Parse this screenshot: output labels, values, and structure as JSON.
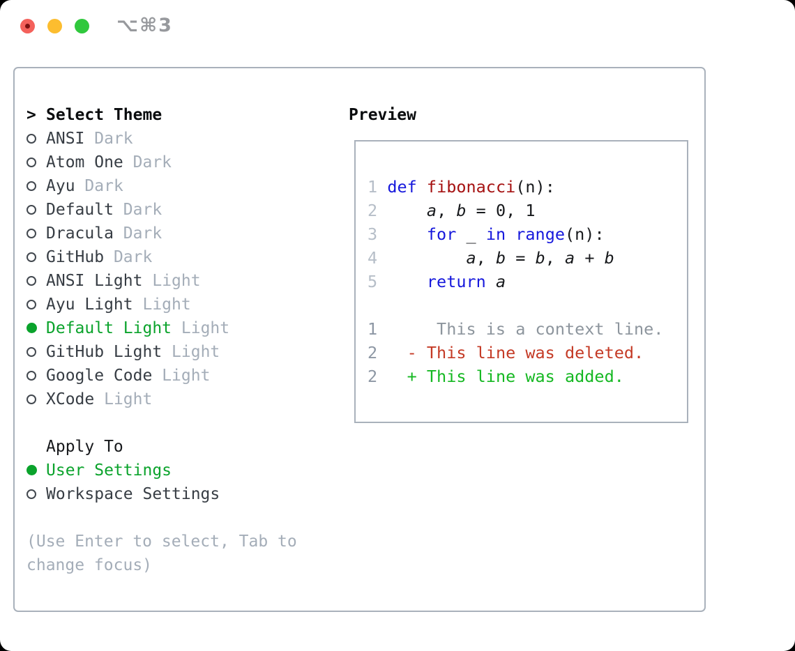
{
  "window": {
    "title": "⌥⌘3",
    "traffic_lights": [
      {
        "name": "close",
        "color": "#f4615b",
        "dot_color": "#7d1111"
      },
      {
        "name": "minimize",
        "color": "#fcbd2f"
      },
      {
        "name": "zoom",
        "color": "#30c83d"
      }
    ]
  },
  "theme_picker": {
    "header_cursor": ">",
    "header_label": "Select Theme",
    "items": [
      {
        "name": "ANSI",
        "tag": "Dark",
        "selected": false
      },
      {
        "name": "Atom One",
        "tag": "Dark",
        "selected": false
      },
      {
        "name": "Ayu",
        "tag": "Dark",
        "selected": false
      },
      {
        "name": "Default",
        "tag": "Dark",
        "selected": false
      },
      {
        "name": "Dracula",
        "tag": "Dark",
        "selected": false
      },
      {
        "name": "GitHub",
        "tag": "Dark",
        "selected": false
      },
      {
        "name": "ANSI Light",
        "tag": "Light",
        "selected": false
      },
      {
        "name": "Ayu Light",
        "tag": "Light",
        "selected": false
      },
      {
        "name": "Default Light",
        "tag": "Light",
        "selected": true
      },
      {
        "name": "GitHub Light",
        "tag": "Light",
        "selected": false
      },
      {
        "name": "Google Code",
        "tag": "Light",
        "selected": false
      },
      {
        "name": "XCode",
        "tag": "Light",
        "selected": false
      }
    ],
    "apply_to_label": "Apply To",
    "apply_to_options": [
      {
        "name": "User Settings",
        "selected": true
      },
      {
        "name": "Workspace Settings",
        "selected": false
      }
    ],
    "help_lines": [
      "(Use Enter to select, Tab to",
      "change focus)"
    ]
  },
  "preview": {
    "label": "Preview",
    "lines": [
      {
        "num": "1",
        "section": "code",
        "tokens": [
          {
            "t": " ",
            "c": "pl"
          },
          {
            "t": "def",
            "c": "kw"
          },
          {
            "t": " ",
            "c": "pl"
          },
          {
            "t": "fibonacci",
            "c": "fn"
          },
          {
            "t": "(n):",
            "c": "pl"
          }
        ]
      },
      {
        "num": "2",
        "section": "code",
        "tokens": [
          {
            "t": "     ",
            "c": "pl"
          },
          {
            "t": "a",
            "c": "va"
          },
          {
            "t": ", ",
            "c": "pl"
          },
          {
            "t": "b",
            "c": "va"
          },
          {
            "t": " = 0, 1",
            "c": "pl"
          }
        ]
      },
      {
        "num": "3",
        "section": "code",
        "tokens": [
          {
            "t": "     ",
            "c": "pl"
          },
          {
            "t": "for",
            "c": "kw"
          },
          {
            "t": " _ ",
            "c": "pl"
          },
          {
            "t": "in",
            "c": "kw"
          },
          {
            "t": " ",
            "c": "pl"
          },
          {
            "t": "range",
            "c": "kw"
          },
          {
            "t": "(n):",
            "c": "pl"
          }
        ]
      },
      {
        "num": "4",
        "section": "code",
        "tokens": [
          {
            "t": "         ",
            "c": "pl"
          },
          {
            "t": "a",
            "c": "va"
          },
          {
            "t": ", ",
            "c": "pl"
          },
          {
            "t": "b",
            "c": "va"
          },
          {
            "t": " = ",
            "c": "pl"
          },
          {
            "t": "b",
            "c": "va"
          },
          {
            "t": ", ",
            "c": "pl"
          },
          {
            "t": "a",
            "c": "va"
          },
          {
            "t": " + ",
            "c": "pl"
          },
          {
            "t": "b",
            "c": "va"
          }
        ]
      },
      {
        "num": "5",
        "section": "code",
        "tokens": [
          {
            "t": "     ",
            "c": "pl"
          },
          {
            "t": "return",
            "c": "kw"
          },
          {
            "t": " ",
            "c": "pl"
          },
          {
            "t": "a",
            "c": "va"
          }
        ]
      },
      {
        "num": "",
        "section": "gap",
        "tokens": []
      },
      {
        "num": "1",
        "section": "diff",
        "tokens": [
          {
            "t": "      ",
            "c": "pl"
          },
          {
            "t": "This is a context line.",
            "c": "ctx"
          }
        ]
      },
      {
        "num": "2",
        "section": "diff",
        "tokens": [
          {
            "t": "   ",
            "c": "pl"
          },
          {
            "t": "- This line was deleted.",
            "c": "del"
          }
        ]
      },
      {
        "num": "2",
        "section": "diff",
        "tokens": [
          {
            "t": "   ",
            "c": "pl"
          },
          {
            "t": "+ This line was added.",
            "c": "add"
          }
        ]
      }
    ]
  },
  "colors": {
    "selection_green": "#0ba32c",
    "added_green": "#15b822",
    "deleted_red": "#c43a25",
    "keyword_blue": "#1618dc",
    "function_red": "#a51111",
    "muted_gray": "#a4adb8",
    "context_gray": "#8d959d",
    "border_gray": "#a9b1bb",
    "text_dark": "#373d44"
  }
}
